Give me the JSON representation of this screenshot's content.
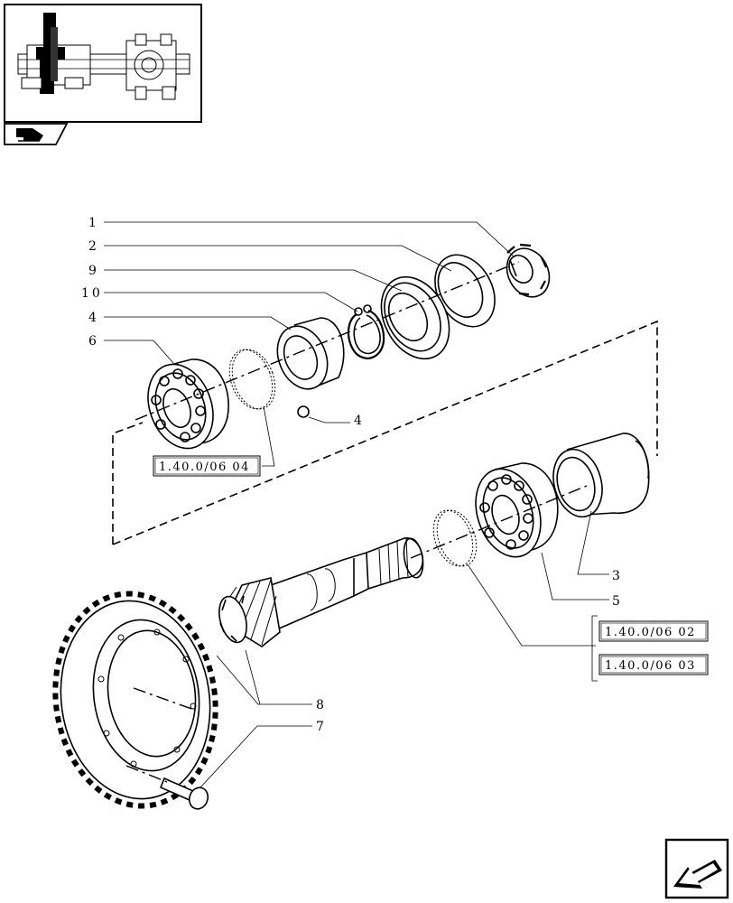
{
  "callouts": {
    "c1": "1",
    "c2": "2",
    "c9": "9",
    "c10": "10",
    "c4a": "4",
    "c6": "6",
    "c4b": "4",
    "c3": "3",
    "c5": "5",
    "c8": "8",
    "c7": "7"
  },
  "references": {
    "ref_060604": "1.40.0/06 04",
    "ref_060602": "1.40.0/06 02",
    "ref_060603": "1.40.0/06 03"
  },
  "icons": {
    "thumbnail": "axle-assembly-thumbnail",
    "tab": "tractor-section-icon",
    "nav": "next-page-arrow-icon"
  }
}
